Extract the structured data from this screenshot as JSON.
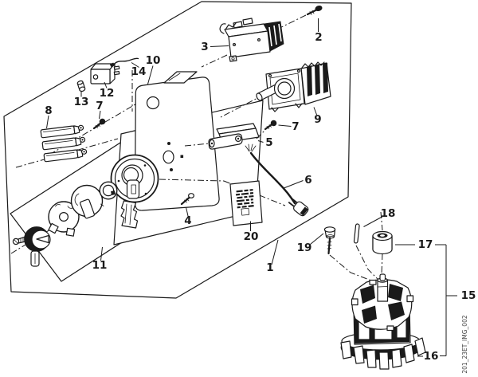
{
  "figure": {
    "background_color": "#ffffff",
    "line_color": "#1a1a1a",
    "code_color": "#444444",
    "image_code": "201_23ET_IMG_002",
    "callouts": {
      "c1": "1",
      "c2": "2",
      "c3": "3",
      "c4": "4",
      "c5": "5",
      "c6": "6",
      "c7a": "7",
      "c7b": "7",
      "c8": "8",
      "c9": "9",
      "c10": "10",
      "c11": "11",
      "c12": "12",
      "c13": "13",
      "c14": "14",
      "c15": "15",
      "c16": "16",
      "c17": "17",
      "c18": "18",
      "c19": "19",
      "c20": "20"
    }
  }
}
